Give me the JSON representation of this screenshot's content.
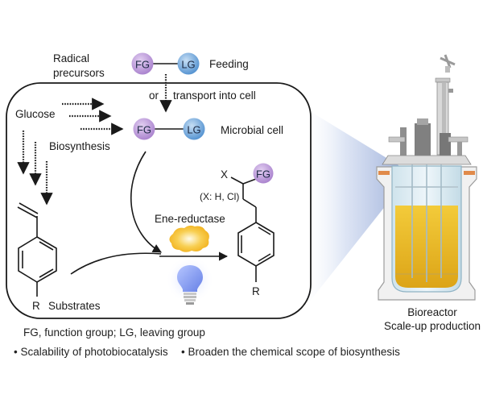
{
  "labels": {
    "radical_precursors_line1": "Radical",
    "radical_precursors_line2": "precursors",
    "feeding": "Feeding",
    "or": "or",
    "transport": "transport into cell",
    "glucose": "Glucose",
    "biosynthesis": "Biosynthesis",
    "microbial_cell": "Microbial cell",
    "ene_reductase": "Ene-reductase",
    "substrates": "Substrates",
    "r_substrate": "R",
    "r_product": "R",
    "x_label": "X",
    "x_options": "(X: H, Cl)",
    "bioreactor_line1": "Bioreactor",
    "bioreactor_line2": "Scale-up production"
  },
  "nodes": {
    "fg": "FG",
    "lg": "LG"
  },
  "footer": {
    "legend": "FG, function group; LG, leaving group",
    "bullets": [
      "Scalability of photobiocatalysis",
      "Broaden the chemical scope of biosynthesis"
    ]
  },
  "colors": {
    "fg_node": "#b794d6",
    "lg_node": "#6fa6d8",
    "enzyme": "#f5c23c",
    "bulb": "#7b95ee",
    "liquid": "#e8b820",
    "wedge": "#9db0dc"
  }
}
